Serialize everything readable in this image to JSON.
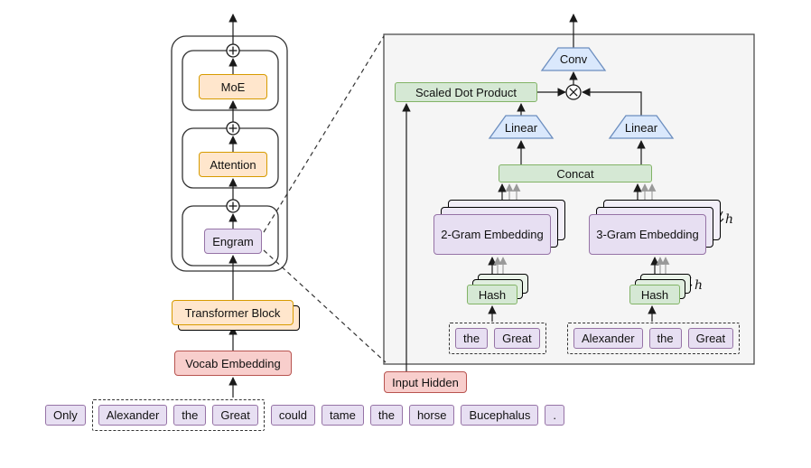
{
  "stack": {
    "moe": "MoE",
    "attention": "Attention",
    "engram": "Engram",
    "transformer_block": "Transformer Block",
    "vocab_embedding": "Vocab Embedding"
  },
  "sentence": {
    "before": [
      "Only"
    ],
    "highlighted": [
      "Alexander",
      "the",
      "Great"
    ],
    "after": [
      "could",
      "tame",
      "the",
      "horse",
      "Bucephalus",
      "."
    ]
  },
  "detail": {
    "conv": "Conv",
    "scaled_dot_product": "Scaled Dot Product",
    "linear_left": "Linear",
    "linear_right": "Linear",
    "concat": "Concat",
    "two_gram_embedding": "2-Gram Embedding",
    "three_gram_embedding": "3-Gram Embedding",
    "hash_left": "Hash",
    "hash_right": "Hash",
    "h_embedding": "h",
    "h_hash": "h",
    "ngram_left_tokens": [
      "the",
      "Great"
    ],
    "ngram_right_tokens": [
      "Alexander",
      "the",
      "Great"
    ],
    "input_hidden": "Input Hidden"
  },
  "colors": {
    "purple_fill": "#E7DFF2",
    "purple_border": "#9673A6",
    "orange_fill": "#FFE6CC",
    "orange_border": "#D79B00",
    "pink_fill": "#F8CECC",
    "pink_border": "#B85450",
    "green_fill": "#D5E8D4",
    "green_border": "#82B366",
    "blue_fill": "#DAE8FC",
    "blue_border": "#6C8EBF",
    "panel_fill": "#F5F5F5"
  }
}
